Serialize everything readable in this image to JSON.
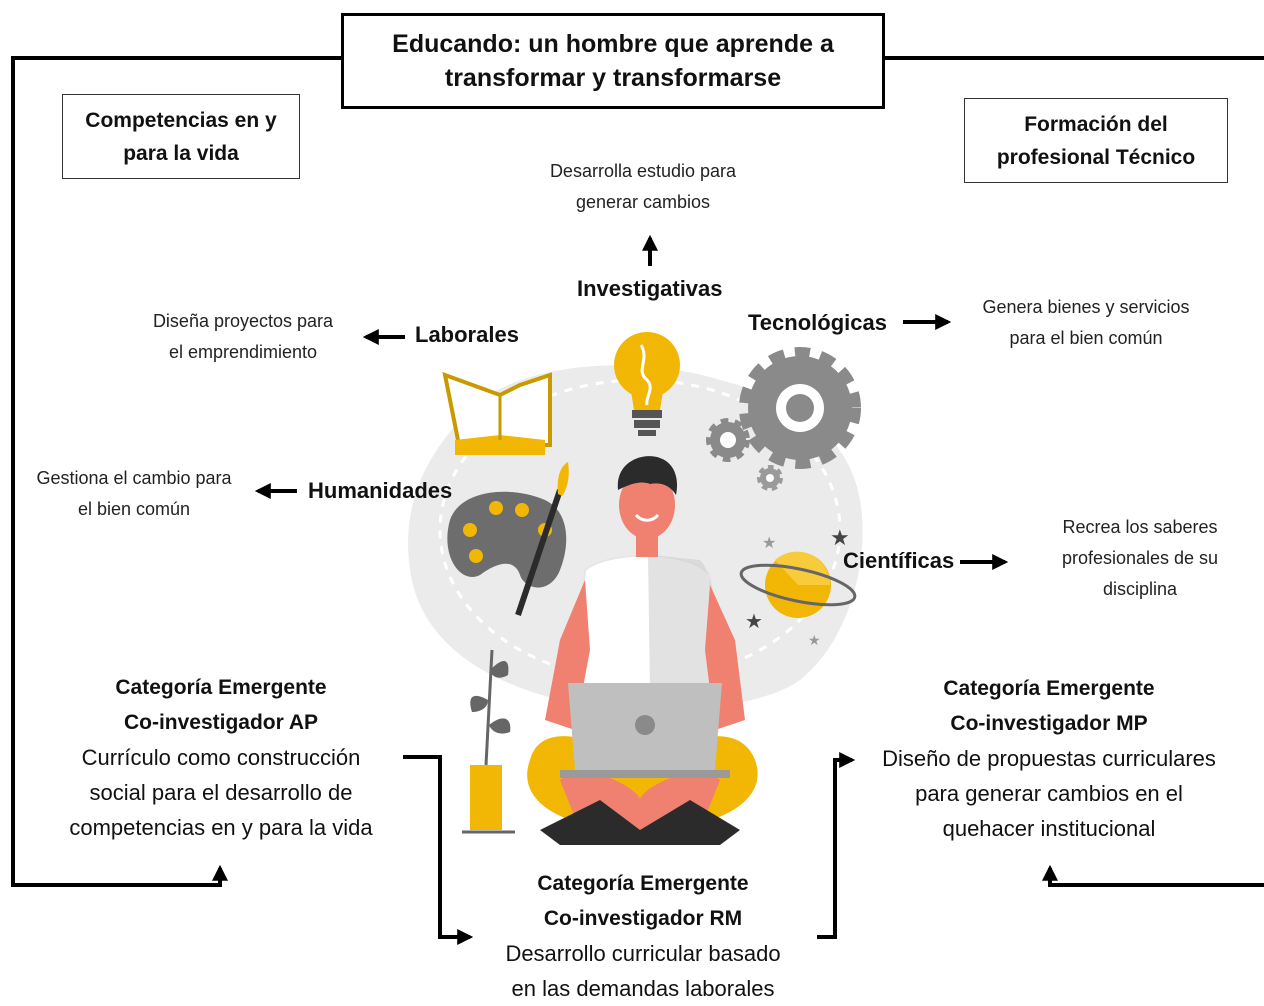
{
  "title": {
    "line1": "Educando: un hombre que aprende a",
    "line2": "transformar y transformarse"
  },
  "left_box": {
    "line1": "Competencias en y",
    "line2": "para la vida"
  },
  "right_box": {
    "line1": "Formación del",
    "line2": "profesional Técnico"
  },
  "competencies": {
    "investigativas": {
      "label": "Investigativas",
      "desc1": "Desarrolla estudio para",
      "desc2": "generar cambios"
    },
    "laborales": {
      "label": "Laborales",
      "desc1": "Diseña proyectos para",
      "desc2": "el emprendimiento"
    },
    "tecnologicas": {
      "label": "Tecnológicas",
      "desc1": "Genera bienes y servicios",
      "desc2": "para el bien común"
    },
    "humanidades": {
      "label": "Humanidades",
      "desc1": "Gestiona el cambio para",
      "desc2": "el bien común"
    },
    "cientificas": {
      "label": "Científicas",
      "desc1": "Recrea los saberes",
      "desc2": "profesionales de su",
      "desc3": "disciplina"
    }
  },
  "categories": {
    "ap": {
      "h1": "Categoría Emergente",
      "h2": "Co-investigador AP",
      "b1": "Currículo como construcción",
      "b2": "social para el desarrollo de",
      "b3": "competencias  en y para la vida"
    },
    "rm": {
      "h1": "Categoría Emergente",
      "h2": "Co-investigador RM",
      "b1": "Desarrollo curricular basado",
      "b2": "en las demandas laborales"
    },
    "mp": {
      "h1": "Categoría Emergente",
      "h2": "Co-investigador MP",
      "b1": "Diseño de propuestas curriculares",
      "b2": "para generar cambios en el",
      "b3": "quehacer  institucional"
    }
  },
  "colors": {
    "accent_yellow": "#f2b705",
    "skin": "#f08070",
    "gray": "#8a8a8a",
    "laptop": "#bfbfbf",
    "blob": "#ebebeb"
  },
  "icons": [
    "open-book-icon",
    "light-bulb-icon",
    "gear-icon",
    "palette-icon",
    "planet-icon",
    "plant-icon",
    "person-with-laptop-illustration"
  ]
}
